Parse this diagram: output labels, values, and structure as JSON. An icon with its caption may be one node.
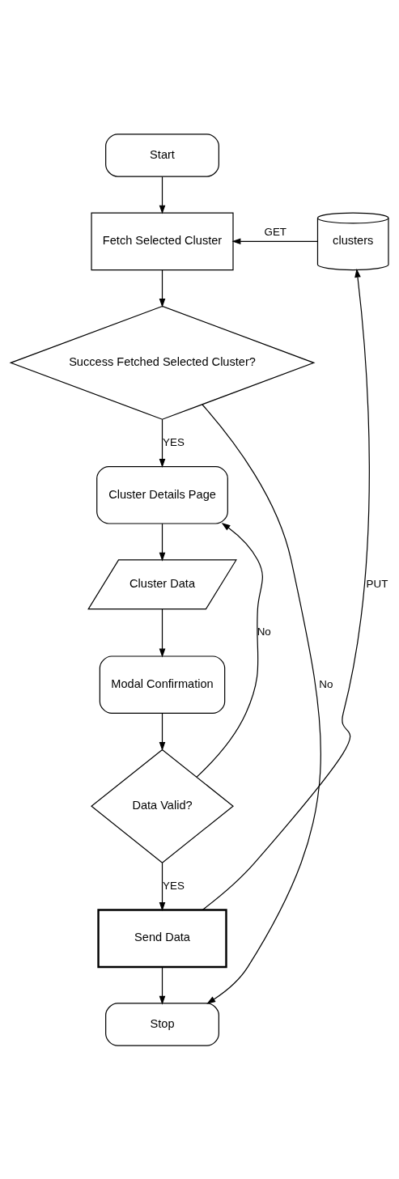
{
  "diagram": {
    "nodes": [
      {
        "text": [
          "Start"
        ]
      },
      {
        "text": [
          "Fetch Selected Cluster"
        ]
      },
      {
        "text": [
          "clusters"
        ]
      },
      {
        "text": [
          "Success Fetched Selected Cluster?"
        ]
      },
      {
        "text": [
          "Cluster Details Page"
        ]
      },
      {
        "text": [
          "Cluster Data"
        ]
      },
      {
        "text": [
          "Modal Confirmation"
        ]
      },
      {
        "text": [
          "Data Valid?"
        ]
      },
      {
        "text": [
          "Send Data"
        ]
      },
      {
        "text": [
          "Stop"
        ]
      }
    ],
    "edges": [
      {
        "from": 0,
        "to": 1,
        "arrow": "to"
      },
      {
        "from": 2,
        "to": 1,
        "arrow": "to",
        "label": "GET"
      },
      {
        "from": 1,
        "to": 3,
        "arrow": "to"
      },
      {
        "from": 3,
        "to": 9,
        "arrow": "to",
        "label": "No"
      },
      {
        "from": 3,
        "to": 4,
        "arrow": "to",
        "label": "YES"
      },
      {
        "from": 4,
        "to": 5,
        "arrow": "to"
      },
      {
        "from": 5,
        "to": 6,
        "arrow": "to"
      },
      {
        "from": 6,
        "to": 7,
        "arrow": "to"
      },
      {
        "from": 7,
        "to": 4,
        "arrow": "to",
        "label": "No"
      },
      {
        "from": 7,
        "to": 8,
        "arrow": "to",
        "label": "YES"
      },
      {
        "from": 8,
        "to": 2,
        "arrow": "to",
        "label": "PUT"
      },
      {
        "from": 8,
        "to": 9,
        "arrow": "to"
      }
    ]
  }
}
